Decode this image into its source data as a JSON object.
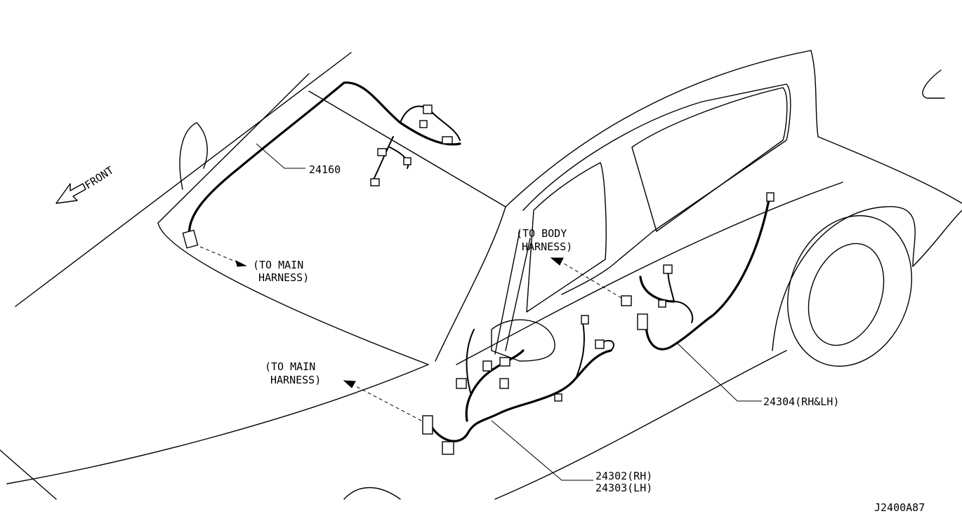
{
  "diagram": {
    "front_label": "FRONT",
    "labels": {
      "part_24160": "24160",
      "to_main_harness_1_line1": "(TO MAIN",
      "to_main_harness_1_line2": "HARNESS)",
      "to_body_harness_line1": "(TO BODY",
      "to_body_harness_line2": "HARNESS)",
      "to_main_harness_2_line1": "(TO MAIN",
      "to_main_harness_2_line2": "HARNESS)",
      "part_24304": "24304(RH&LH)",
      "part_24302": "24302(RH)",
      "part_24303": "24303(LH)",
      "figure_code": "J2400A87"
    }
  }
}
